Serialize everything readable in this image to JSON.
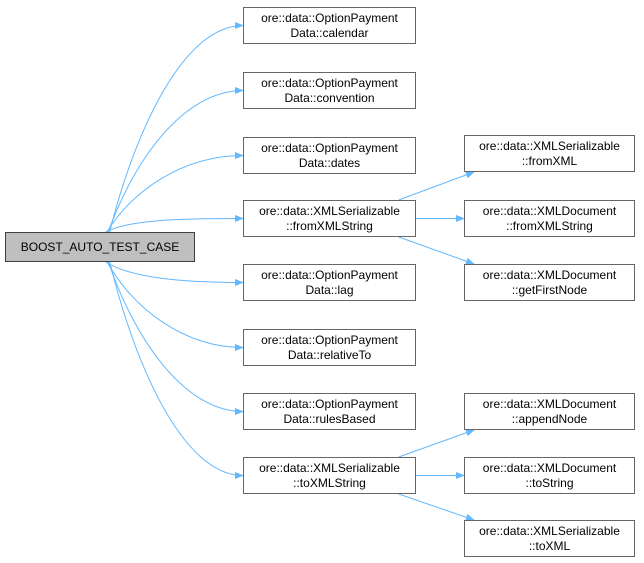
{
  "colors": {
    "edge": "#63b8ff",
    "node_border": "#666666",
    "root_fill": "#bfbfbf"
  },
  "nodes": {
    "root": {
      "lines": [
        "BOOST_AUTO_TEST_CASE"
      ]
    },
    "calendar": {
      "lines": [
        "ore::data::OptionPayment",
        "Data::calendar"
      ]
    },
    "convention": {
      "lines": [
        "ore::data::OptionPayment",
        "Data::convention"
      ]
    },
    "dates": {
      "lines": [
        "ore::data::OptionPayment",
        "Data::dates"
      ]
    },
    "fromXMLString_ser": {
      "lines": [
        "ore::data::XMLSerializable",
        "::fromXMLString"
      ]
    },
    "lag": {
      "lines": [
        "ore::data::OptionPayment",
        "Data::lag"
      ]
    },
    "relativeTo": {
      "lines": [
        "ore::data::OptionPayment",
        "Data::relativeTo"
      ]
    },
    "rulesBased": {
      "lines": [
        "ore::data::OptionPayment",
        "Data::rulesBased"
      ]
    },
    "toXMLString_ser": {
      "lines": [
        "ore::data::XMLSerializable",
        "::toXMLString"
      ]
    },
    "fromXML": {
      "lines": [
        "ore::data::XMLSerializable",
        "::fromXML"
      ]
    },
    "fromXMLString_doc": {
      "lines": [
        "ore::data::XMLDocument",
        "::fromXMLString"
      ]
    },
    "getFirstNode": {
      "lines": [
        "ore::data::XMLDocument",
        "::getFirstNode"
      ]
    },
    "appendNode": {
      "lines": [
        "ore::data::XMLDocument",
        "::appendNode"
      ]
    },
    "toString": {
      "lines": [
        "ore::data::XMLDocument",
        "::toString"
      ]
    },
    "toXML": {
      "lines": [
        "ore::data::XMLSerializable",
        "::toXML"
      ]
    }
  },
  "edges": [
    [
      "root",
      "calendar"
    ],
    [
      "root",
      "convention"
    ],
    [
      "root",
      "dates"
    ],
    [
      "root",
      "fromXMLString_ser"
    ],
    [
      "root",
      "lag"
    ],
    [
      "root",
      "relativeTo"
    ],
    [
      "root",
      "rulesBased"
    ],
    [
      "root",
      "toXMLString_ser"
    ],
    [
      "fromXMLString_ser",
      "fromXML"
    ],
    [
      "fromXMLString_ser",
      "fromXMLString_doc"
    ],
    [
      "fromXMLString_ser",
      "getFirstNode"
    ],
    [
      "toXMLString_ser",
      "appendNode"
    ],
    [
      "toXMLString_ser",
      "toString"
    ],
    [
      "toXMLString_ser",
      "toXML"
    ]
  ]
}
